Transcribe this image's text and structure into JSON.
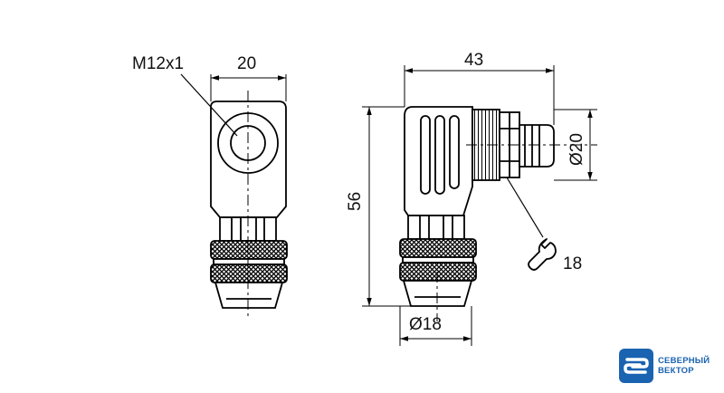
{
  "dimensions": {
    "thread": "M12x1",
    "front_width": "20",
    "side_length": "43",
    "height": "56",
    "nut_diameter": "Ø20",
    "body_diameter": "Ø18",
    "wrench_size": "18"
  },
  "logo": {
    "line1": "СЕВЕРНЫЙ",
    "line2": "ВЕКТОР",
    "color": "#1a63b0"
  },
  "icons": {
    "wrench": "wrench-icon",
    "logo": "brand-logo-icon"
  }
}
